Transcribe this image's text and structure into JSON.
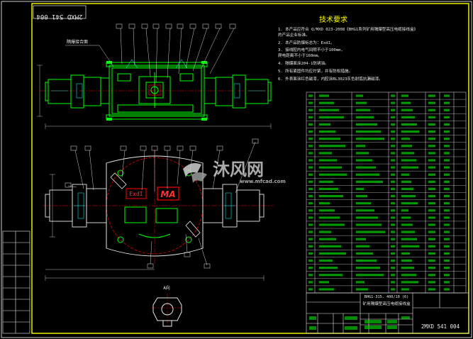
{
  "drawing": {
    "number_rotated": "2MXD 541 004",
    "number": "2MXD 541 004",
    "tech_title": "技术要求",
    "requirements": [
      "1. 本产品应符合 Q/MXD 023-2008《BHG1系列矿用隔爆型高压电缆接线盒》",
      "   的产品企业标准。",
      "2. 本产品防爆标志为：ExdI。",
      "3. 接线腔内电气间隙不小于100mm,",
      "   爬电距离不小于160mm。",
      "4. 隔爆面涂204-1防锈油。",
      "5. 所有紧固件均应拧紧，并有防松措施。",
      "6. 外表面涂红色磁漆，内腔涂BL3023灰色耐弧抗漏磁漆。"
    ],
    "callout_label": "隔爆接合面",
    "title_block": {
      "model": "BHG1-315. 400/10 (6)",
      "name": "矿用隔爆型高压电缆接线盒"
    },
    "section_label": "A向",
    "markings": {
      "exd_label": "ExdI",
      "ma_label": "MA"
    }
  },
  "watermark": {
    "brand": "沐风网",
    "url": "www.mfcad.com"
  },
  "colors": {
    "background": "#000000",
    "frame": "#ffff00",
    "part": "#00ff00",
    "detail": "#00e5e5",
    "accent": "#ff0000",
    "text": "#e8e8e8"
  }
}
